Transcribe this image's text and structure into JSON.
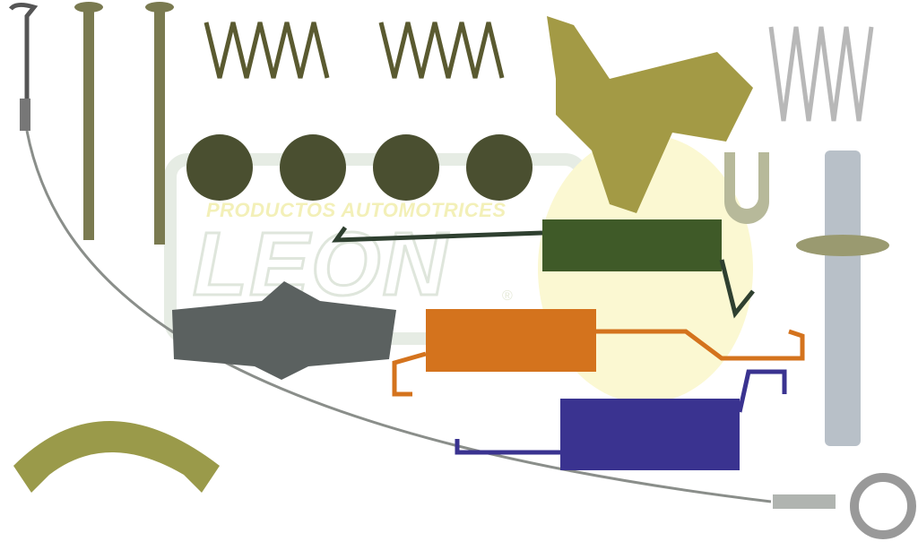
{
  "watermark": {
    "subtitle": "PRODUCTOS AUTOMOTRICES",
    "brand": "LEON",
    "registered_mark": "®"
  },
  "parts": [
    {
      "name": "parking-brake-cable",
      "color": "#8a8e8a"
    },
    {
      "name": "hold-down-pin",
      "count": 2,
      "color": "#7a7a50"
    },
    {
      "name": "hold-down-spring",
      "count": 2,
      "color": "#5a5a30"
    },
    {
      "name": "adjuster-lever",
      "color": "#a39a45"
    },
    {
      "name": "return-spring-silver",
      "color": "#b8b8b8"
    },
    {
      "name": "hold-down-cup",
      "count": 4,
      "color": "#4a4f30"
    },
    {
      "name": "u-clip",
      "color": "#b7b99a"
    },
    {
      "name": "adjuster-screw",
      "color": "#b8c0c8"
    },
    {
      "name": "green-spring",
      "color": "#3f5a28"
    },
    {
      "name": "cable-guide-plate",
      "color": "#5b6160"
    },
    {
      "name": "orange-spring",
      "color": "#d4731d"
    },
    {
      "name": "blue-spring",
      "color": "#3a3390"
    },
    {
      "name": "shoe-guide",
      "color": "#9a9a4a"
    }
  ]
}
